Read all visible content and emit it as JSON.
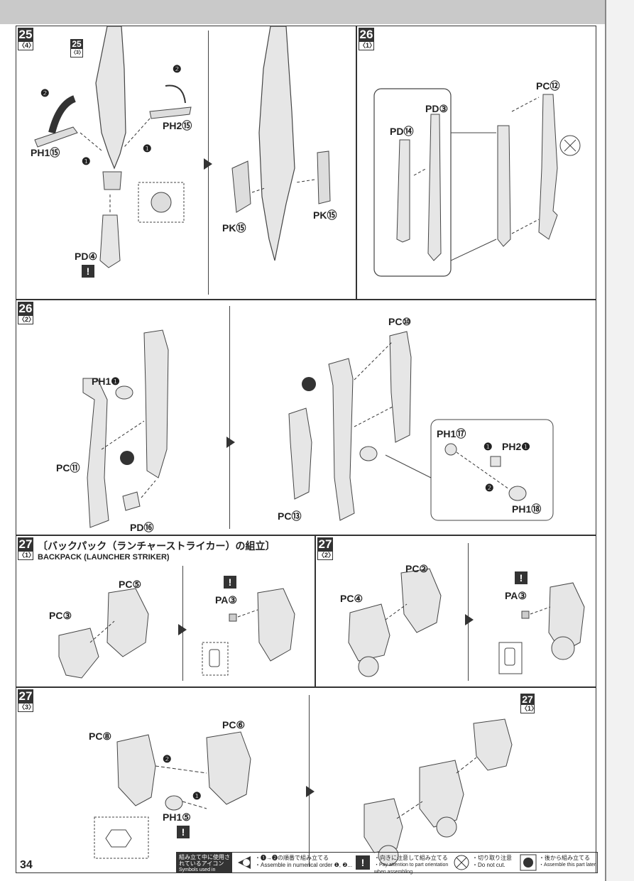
{
  "page_number": "34",
  "steps": {
    "s25_4": {
      "num": "25",
      "sub": "〈4〉",
      "ref_num": "25",
      "ref_sub": "〈3〉",
      "labels": {
        "ph1": "PH1⑮",
        "ph2": "PH2⑮",
        "pd": "PD④",
        "pk_left": "PK⑮",
        "pk_right": "PK⑮"
      },
      "order": [
        "❶",
        "❶",
        "❷",
        "❷"
      ]
    },
    "s26_1": {
      "num": "26",
      "sub": "〈1〉",
      "labels": {
        "pd14": "PD⑭",
        "pd3": "PD③",
        "pc12": "PC⑫"
      }
    },
    "s26_2": {
      "num": "26",
      "sub": "〈2〉",
      "labels": {
        "ph1_1": "PH1❶",
        "pc11": "PC⑪",
        "pd16": "PD⑯",
        "pc10": "PC⑩",
        "pc13": "PC⑬",
        "ph1_17": "PH1⑰",
        "ph2_1": "PH2❶",
        "ph1_18": "PH1⑱"
      },
      "order": [
        "❶",
        "❷"
      ]
    },
    "s27_1": {
      "num": "27",
      "sub": "〈1〉",
      "title_jp": "〔バックパック（ランチャーストライカー）の組立〕",
      "title_en": "BACKPACK (LAUNCHER STRIKER)",
      "labels": {
        "pc5": "PC⑤",
        "pc3": "PC③",
        "pa3": "PA③"
      }
    },
    "s27_2": {
      "num": "27",
      "sub": "〈2〉",
      "labels": {
        "pc2": "PC②",
        "pc4": "PC④",
        "pa3": "PA③"
      }
    },
    "s27_3": {
      "num": "27",
      "sub": "〈3〉",
      "ref_num": "27",
      "ref_sub": "〈1〉",
      "labels": {
        "pc8": "PC⑧",
        "pc6": "PC⑥",
        "ph1_5": "PH1⑤"
      },
      "order": [
        "❷",
        "❶"
      ]
    }
  },
  "warn_mark": "!",
  "legend": {
    "heading": "組み立て中に使用されているアイコン",
    "heading_en": "Symbols used in instructions",
    "items": [
      {
        "icon": "numbered-order-icon",
        "jp": "・❶→❷の順番で組み立てる",
        "en": "・Assemble in numerical order ❶, ❷..."
      },
      {
        "icon": "attention-icon",
        "jp": "・向きに注意して組み立てる",
        "en": "・Pay attention to part orientation when assembling."
      },
      {
        "icon": "do-not-cut-icon",
        "jp": "・切り取り注意",
        "en": "・Do not cut."
      },
      {
        "icon": "assemble-later-icon",
        "jp": "・後から組み立てる",
        "en": "・Assemble this part later."
      }
    ]
  }
}
